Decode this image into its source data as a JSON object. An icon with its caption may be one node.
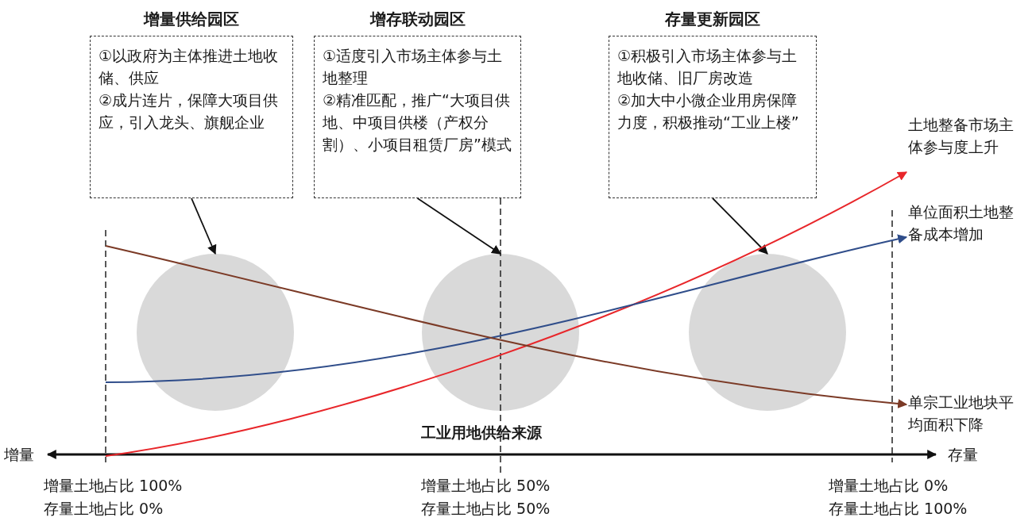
{
  "diagram": {
    "nodes": [
      {
        "text": [
          "增量供给园区",
          "①以政府为主体推进土地收储、供应",
          "②成片连片，保障大项目供应，引入龙头、旗舰企业"
        ]
      },
      {
        "text": [
          "增存联动园区",
          "①适度引入市场主体参与土地整理",
          "②精准匹配，推广“大项目供地、中项目供楼（产权分割）、小项目租赁厂房”模式"
        ]
      },
      {
        "text": [
          "存量更新园区",
          "①积极引入市场主体参与土地收储、旧厂房改造",
          "②加大中小微企业用房保障力度，积极推动“工业上楼”"
        ]
      },
      {
        "text": [],
        "shape": "circle"
      },
      {
        "text": [],
        "shape": "circle"
      },
      {
        "text": [],
        "shape": "circle"
      },
      {
        "text": [
          "土地整备市场主体参与度上升"
        ]
      },
      {
        "text": [
          "单位面积土地整备成本增加"
        ]
      },
      {
        "text": [
          "单宗工业地块平均面积下降"
        ]
      }
    ],
    "edges": [
      {
        "from": 0,
        "to": 3,
        "arrow": "to"
      },
      {
        "from": 1,
        "to": 4,
        "arrow": "to"
      },
      {
        "from": 2,
        "to": 5,
        "arrow": "to"
      },
      {
        "from": null,
        "to": 6,
        "arrow": "to",
        "color": "#e8262a"
      },
      {
        "from": null,
        "to": 7,
        "arrow": "to",
        "color": "#2f4d8a"
      },
      {
        "from": null,
        "to": 8,
        "arrow": "to",
        "color": "#7b3a26"
      }
    ],
    "labels": [
      "工业用地供给来源",
      "增量",
      "存量",
      "增量土地占比 100%",
      "存量土地占比 0%",
      "增量土地占比 50%",
      "存量土地占比 50%",
      "增量土地占比 0%",
      "存量土地占比 100%"
    ]
  }
}
